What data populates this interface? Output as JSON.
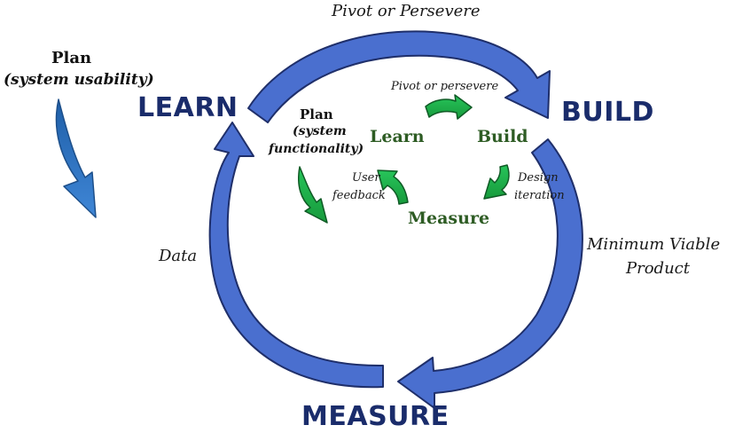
{
  "outer_cycle": {
    "learn": "LEARN",
    "build": "BUILD",
    "measure": "MEASURE",
    "pivot_label": "Pivot or Persevere",
    "mvp_line1": "Minimum Viable",
    "mvp_line2": "Product",
    "data_label": "Data"
  },
  "plan_usability": {
    "title": "Plan",
    "subtitle": "(system usability)"
  },
  "plan_functionality": {
    "title": "Plan",
    "line1": "(system",
    "line2": "functionality)"
  },
  "inner_cycle": {
    "learn": "Learn",
    "build": "Build",
    "measure": "Measure",
    "pivot_label": "Pivot or persevere",
    "design_line1": "Design",
    "design_line2": "iteration",
    "feedback_line1": "User",
    "feedback_line2": "feedback"
  },
  "colors": {
    "outer_arrow_fill": "#4a6fcf",
    "outer_arrow_stroke": "#1f2f6a",
    "inner_arrow_fill": "#1fb34a",
    "inner_arrow_stroke": "#0f5a25",
    "plan_arrow_fill": "#2b6fb8",
    "big_label": "#1a2c6b",
    "inner_label": "#2e5c24"
  }
}
